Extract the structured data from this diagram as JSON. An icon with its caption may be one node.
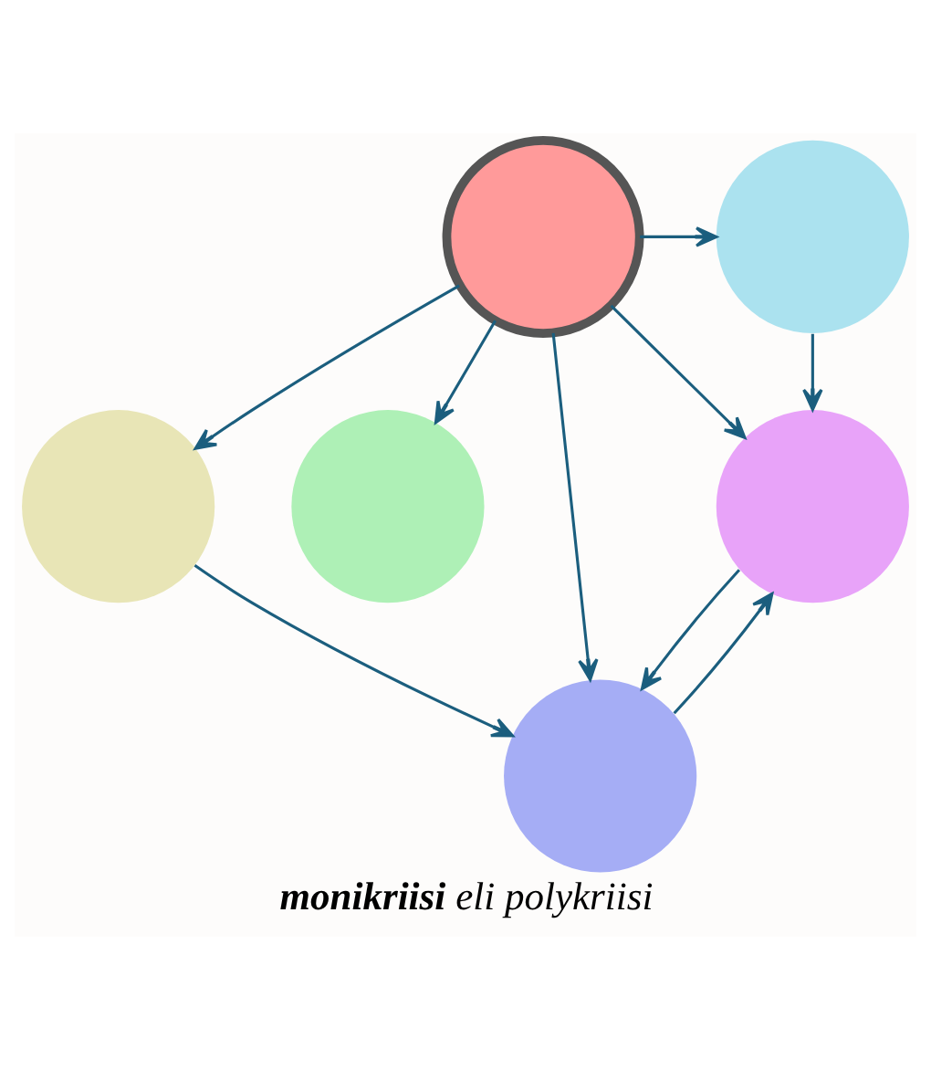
{
  "diagram": {
    "caption": "**monikriisi** eli polykriisi",
    "nodes": [
      {
        "text": [],
        "shape": "circle"
      },
      {
        "text": [],
        "shape": "circle"
      },
      {
        "text": [],
        "shape": "circle"
      },
      {
        "text": [],
        "shape": "circle"
      },
      {
        "text": [],
        "shape": "circle"
      },
      {
        "text": [],
        "shape": "circle"
      }
    ],
    "edges": [
      {
        "from": 0,
        "to": 1,
        "arrow": "to"
      },
      {
        "from": 0,
        "to": 3,
        "arrow": "to"
      },
      {
        "from": 0,
        "to": 4,
        "arrow": "to"
      },
      {
        "from": 0,
        "to": 2,
        "arrow": "to"
      },
      {
        "from": 0,
        "to": 5,
        "arrow": "to"
      },
      {
        "from": 1,
        "to": 4,
        "arrow": "to"
      },
      {
        "from": 4,
        "to": 5,
        "arrow": "to"
      },
      {
        "from": 2,
        "to": 5,
        "arrow": "to"
      },
      {
        "from": 5,
        "to": 4,
        "arrow": "to"
      }
    ]
  }
}
